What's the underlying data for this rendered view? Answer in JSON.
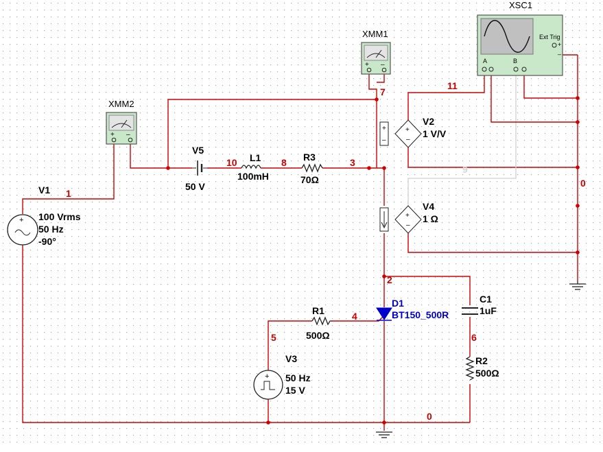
{
  "instruments": {
    "xsc1": {
      "name": "XSC1",
      "ch_a": "A",
      "ch_b": "B",
      "ext_trig": "Ext Trig",
      "plus": "+",
      "minus": "_"
    },
    "xmm1": {
      "name": "XMM1",
      "plus": "+",
      "minus": "–"
    },
    "xmm2": {
      "name": "XMM2",
      "plus": "+",
      "minus": "–"
    }
  },
  "components": {
    "v1": {
      "name": "V1",
      "v1": "100 Vrms",
      "v2": "50 Hz",
      "v3": "-90°"
    },
    "v5": {
      "name": "V5",
      "value": "50 V"
    },
    "l1": {
      "name": "L1",
      "value": "100mH"
    },
    "r3": {
      "name": "R3",
      "value": "70Ω"
    },
    "v2": {
      "name": "V2",
      "value": "1 V/V"
    },
    "v4": {
      "name": "V4",
      "value": "1 Ω"
    },
    "d1": {
      "name": "D1",
      "value": "BT150_500R"
    },
    "c1": {
      "name": "C1",
      "value": "1uF"
    },
    "r1": {
      "name": "R1",
      "value": "500Ω"
    },
    "r2": {
      "name": "R2",
      "value": "500Ω"
    },
    "v3": {
      "name": "V3",
      "v1": "50 Hz",
      "v2": "15 V"
    }
  },
  "nets": {
    "n1": "1",
    "n2": "2",
    "n3": "3",
    "n4": "4",
    "n5": "5",
    "n6": "6",
    "n7": "7",
    "n8": "8",
    "n9": "9",
    "n10": "10",
    "n11": "11",
    "n0_right": "0",
    "n0_bottom": "0"
  },
  "colors": {
    "wire": "#d00000",
    "instrument_bg": "#c9e8c9",
    "thyristor": "#0000cc"
  }
}
